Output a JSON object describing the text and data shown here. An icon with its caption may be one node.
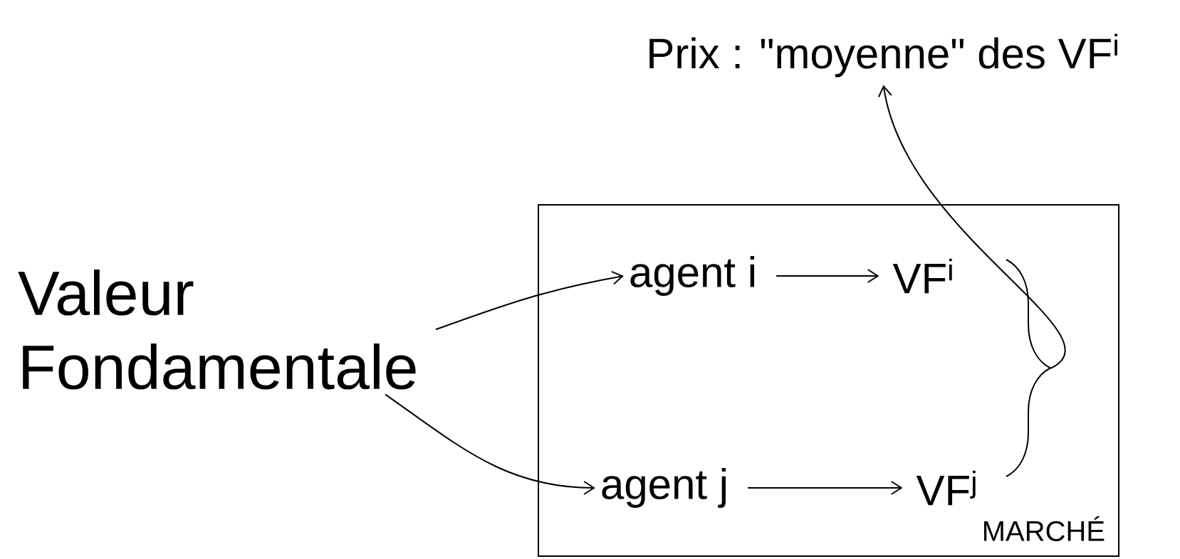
{
  "diagram": {
    "nodes": [
      {
        "text": [
          "Prix : \"moyenne\" des VF$^{i}$"
        ]
      },
      {
        "text": [
          "Valeur Fondamentale"
        ]
      },
      {
        "text": [
          "MARCHÉ"
        ]
      },
      {
        "text": [
          "agent i"
        ],
        "in": 2
      },
      {
        "text": [
          "VF$^{i}$"
        ],
        "in": 2
      },
      {
        "text": [
          "agent j"
        ],
        "in": 2
      },
      {
        "text": [
          "VF$^{j}$"
        ],
        "in": 2
      },
      {
        "text": [],
        "shape": "brace",
        "in": 2
      }
    ],
    "edges": [
      {
        "from": 1,
        "to": 3,
        "arrow": "to"
      },
      {
        "from": 1,
        "to": 5,
        "arrow": "to"
      },
      {
        "from": 3,
        "to": 4,
        "arrow": "to"
      },
      {
        "from": 5,
        "to": 6,
        "arrow": "to"
      },
      {
        "from": 7,
        "to": 0,
        "arrow": "to"
      }
    ]
  }
}
